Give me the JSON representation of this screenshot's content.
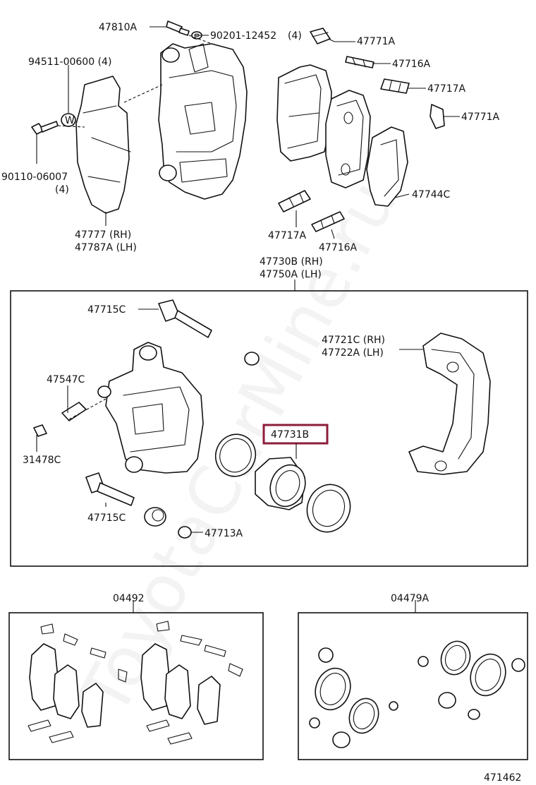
{
  "callouts": {
    "c47810A": "47810A",
    "c90201": "90201-12452",
    "c90201_qty": "(4)",
    "c47771A_top": "47771A",
    "c94511": "94511-00600 (4)",
    "c47716A_top": "47716A",
    "c47717A_top": "47717A",
    "c47771A_mid": "47771A",
    "c90110": "90110-06007",
    "c90110_qty": "(4)",
    "c47744C": "47744C",
    "c47777": "47777 (RH)",
    "c47787A": "47787A (LH)",
    "c47717A_bot": "47717A",
    "c47716A_bot": "47716A",
    "c47730B": "47730B (RH)",
    "c47750A": "47750A (LH)",
    "c47715C_top": "47715C",
    "c47721C": "47721C (RH)",
    "c47722A": "47722A (LH)",
    "c47547C": "47547C",
    "c31478C": "31478C",
    "c47731B": "47731B",
    "c47715C_bot": "47715C",
    "c47713A": "47713A",
    "c04492": "04492",
    "c04479A": "04479A",
    "figure_number": "471462",
    "washer_mark": "W"
  },
  "watermark": "ToyotaCarMine.ru",
  "colors": {
    "highlight": "#8c1d3a",
    "line": "#111111"
  }
}
